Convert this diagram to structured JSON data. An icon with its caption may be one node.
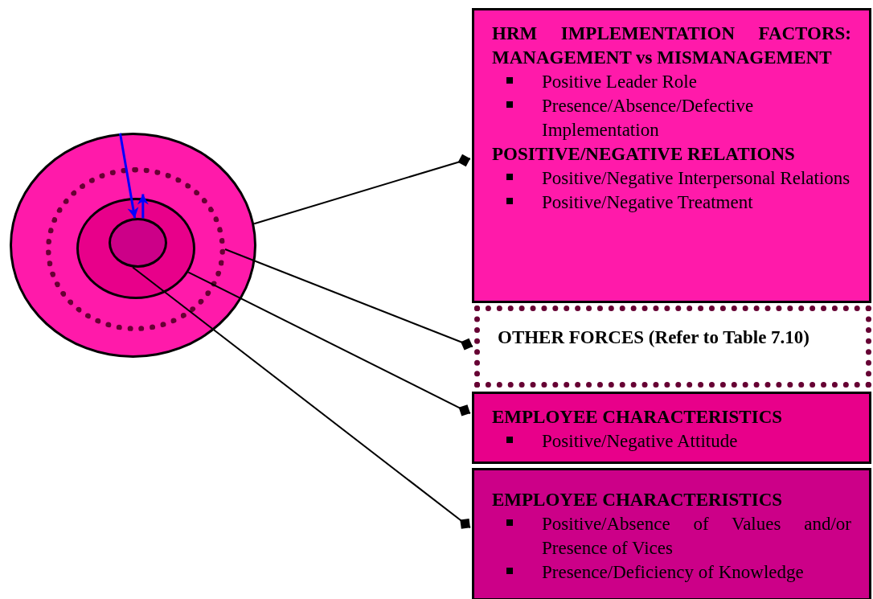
{
  "diagram": {
    "nodes": [
      {
        "text": [],
        "shape": "circle"
      },
      {
        "text": [],
        "shape": "circle",
        "in": 0
      },
      {
        "text": [],
        "shape": "circle",
        "in": 1
      },
      {
        "text": [],
        "shape": "circle",
        "in": 2
      },
      {
        "text": [
          "HRM IMPLEMENTATION FACTORS: MANAGEMENT vs MISMANAGEMENT",
          "Positive Leader Role",
          "Presence/Absence/Defective Implementation",
          "POSITIVE/NEGATIVE RELATIONS",
          "Positive/Negative Interpersonal Relations",
          "Positive/Negative Treatment"
        ]
      },
      {
        "text": [
          "OTHER FORCES (Refer to Table 7.10)"
        ]
      },
      {
        "text": [
          "EMPLOYEE CHARACTERISTICS",
          "Positive/Negative Attitude"
        ]
      },
      {
        "text": [
          "EMPLOYEE CHARACTERISTICS",
          "Positive/Absence of Values and/or Presence of Vices",
          "Presence/Deficiency of Knowledge"
        ]
      }
    ],
    "edges": [
      {
        "from": 0,
        "to": 4,
        "arrow": "other"
      },
      {
        "from": 1,
        "to": 5,
        "arrow": "other"
      },
      {
        "from": 2,
        "to": 6,
        "arrow": "other"
      },
      {
        "from": 3,
        "to": 7,
        "arrow": "other"
      },
      {
        "from": 0,
        "to": 3,
        "arrow": "to",
        "color": "#0000ff"
      },
      {
        "from": 3,
        "to": null,
        "arrow": "to",
        "color": "#0000ff"
      }
    ]
  }
}
